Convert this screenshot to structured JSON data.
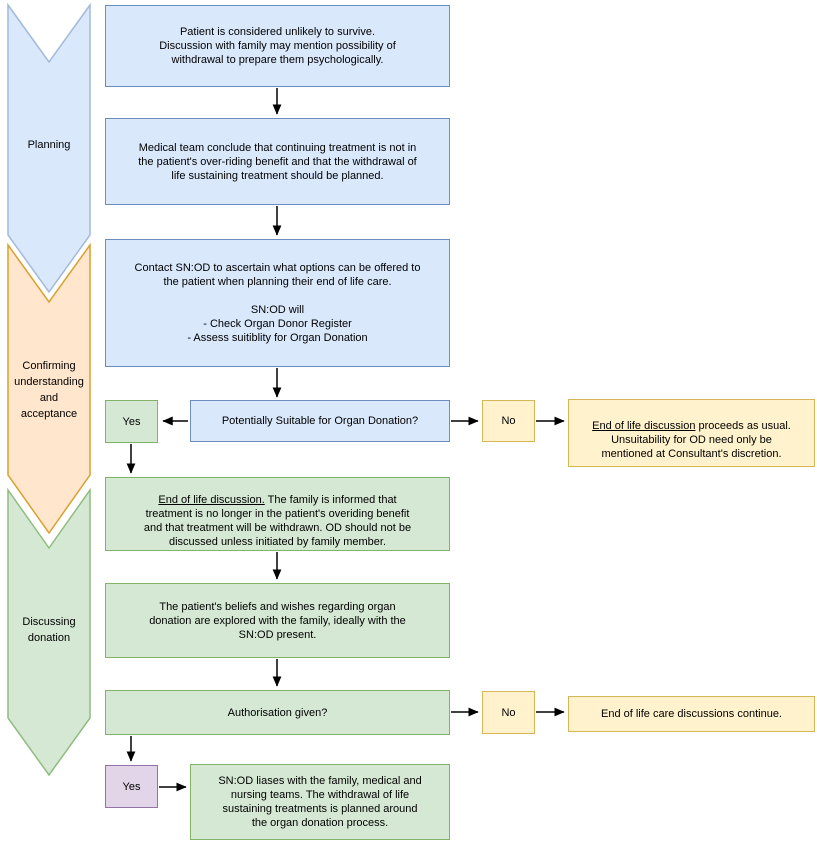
{
  "phases": [
    {
      "label": "Planning",
      "fill": "#dae8fc",
      "stroke": "#a3b9dc"
    },
    {
      "label": "Confirming\nunderstanding\nand\nacceptance",
      "fill": "#ffe6cc",
      "stroke": "#d7a02f"
    },
    {
      "label": "Discussing\ndonation",
      "fill": "#d5e8d4",
      "stroke": "#8fbc7f"
    }
  ],
  "nodes": {
    "survive": {
      "text": "Patient is considered unlikely to survive.\nDiscussion with family may mention possibility of\nwithdrawal to prepare them psychologically."
    },
    "conclude": {
      "text": "Medical team conclude that continuing treatment is not in\nthe patient's over-riding benefit and that the withdrawal of\nlife sustaining treatment should be planned."
    },
    "contact": {
      "text": "Contact SN:OD to ascertain what options can be offered to\nthe patient when planning their end of life care.\n\nSN:OD will\n- Check Organ Donor Register\n- Assess suitiblity for Organ Donation"
    },
    "suitable_q": {
      "text": "Potentially Suitable for Organ Donation?"
    },
    "yes1": {
      "text": "Yes"
    },
    "no1": {
      "text": "No"
    },
    "unsuitable": {
      "underline": "End of life discussion",
      "rest": " proceeds as usual.\nUnsuitability for OD need only be\nmentioned at Consultant's discretion."
    },
    "eol_discussion": {
      "underline": "End of life discussion.",
      "rest": " The family is informed that\ntreatment is no longer in the patient's overiding benefit\nand that treatment will be withdrawn. OD should not be\ndiscussed unless initiated by family member."
    },
    "beliefs": {
      "text": "The patient's beliefs and wishes regarding organ\ndonation are explored with the family, ideally with the\nSN:OD present."
    },
    "auth_q": {
      "text": "Authorisation given?"
    },
    "no2": {
      "text": "No"
    },
    "continue": {
      "text": "End of life care discussions continue."
    },
    "yes2": {
      "text": "Yes"
    },
    "liaise": {
      "text": "SN:OD liases with the family, medical and\nnursing teams. The withdrawal of life\nsustaining treatments is planned around\nthe organ donation process."
    }
  },
  "colors": {
    "box_blue_fill": "#dae8fc",
    "box_blue_stroke": "#6c8ebf",
    "box_green_fill": "#d5e8d4",
    "box_green_stroke": "#82b366",
    "box_yellow_fill": "#fff2cc",
    "box_yellow_stroke": "#d6b656",
    "box_purple_fill": "#e1d5e7",
    "box_purple_stroke": "#9673a6",
    "arrow": "#000000"
  }
}
